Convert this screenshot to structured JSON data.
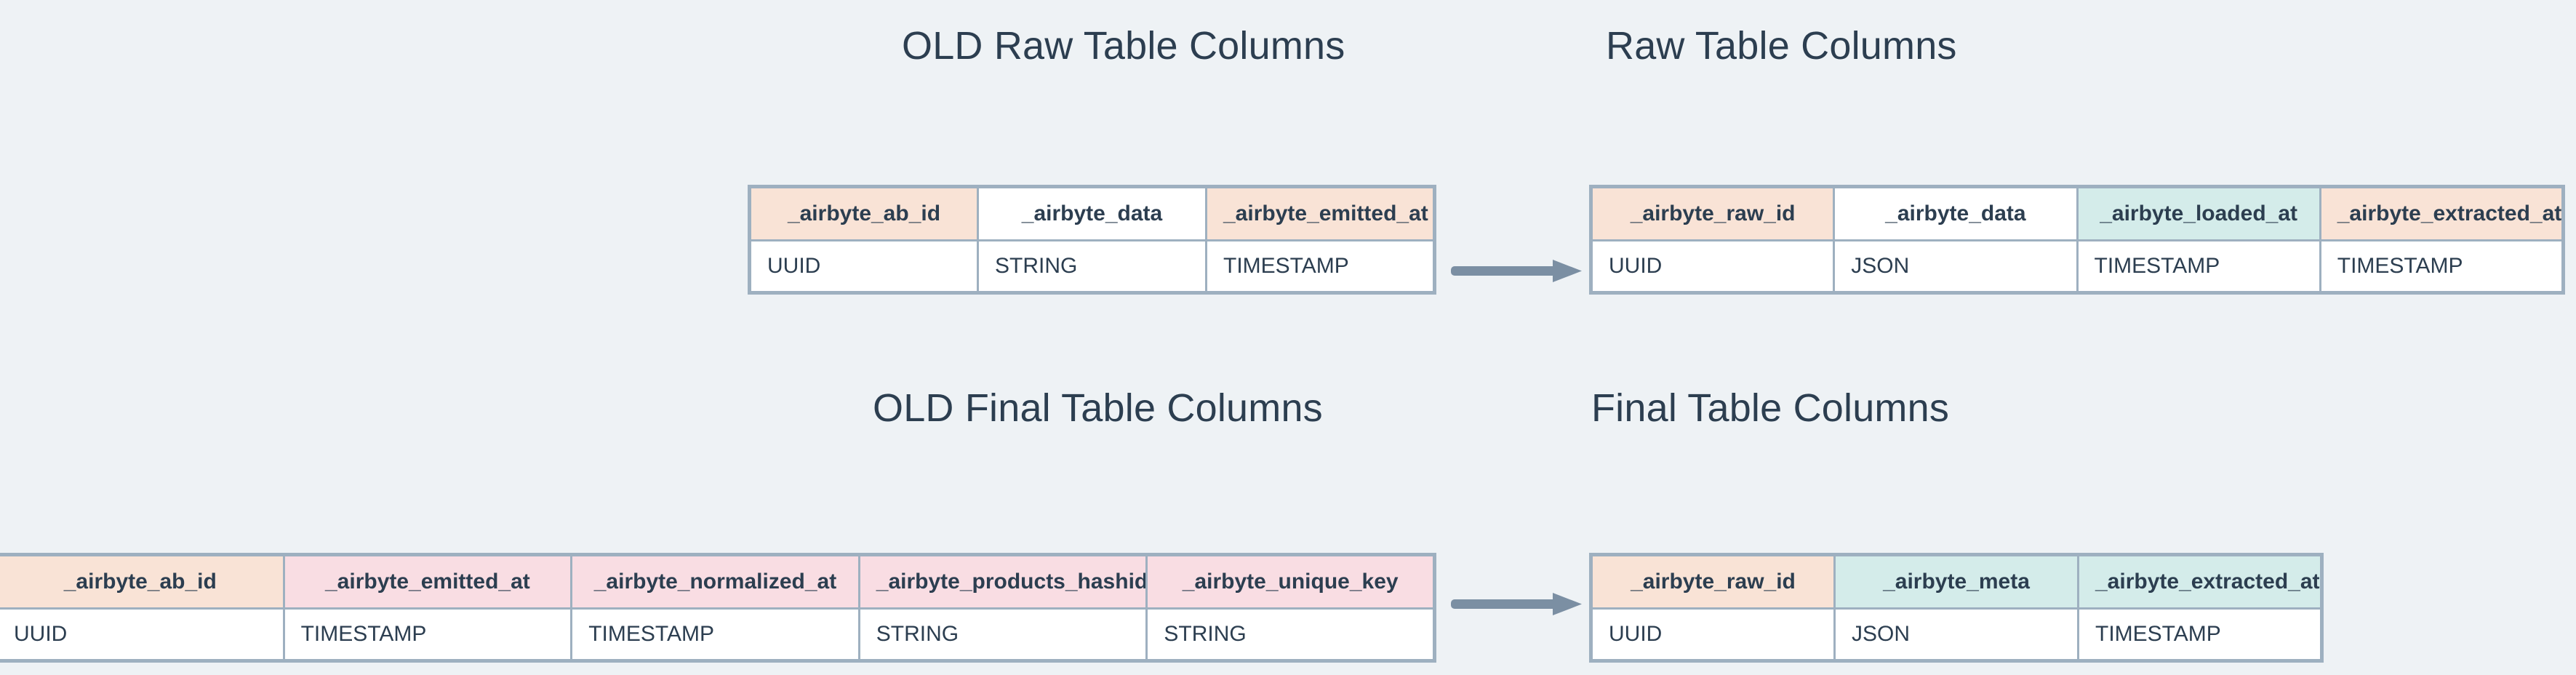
{
  "page": {
    "background_color": "#eef2f5",
    "text_color": "#2c3e50",
    "border_color": "#9eb0c0",
    "arrow_color": "#7b8fa3",
    "accents": {
      "peach": "#f9e3d6",
      "teal": "#d4ecea",
      "pink": "#f9dde3",
      "white": "#ffffff"
    }
  },
  "sections": {
    "old_raw_title": "OLD Raw Table Columns",
    "new_raw_title": "Raw Table Columns",
    "old_final_title": "OLD Final Table Columns",
    "new_final_title": "Final Table Columns"
  },
  "tables": {
    "old_raw": {
      "title": "OLD Raw Table Columns",
      "columns": [
        {
          "name": "_airbyte_ab_id",
          "type": "UUID",
          "header_fill": "peach",
          "type_fill": "white"
        },
        {
          "name": "_airbyte_data",
          "type": "STRING",
          "header_fill": "white",
          "type_fill": "peach"
        },
        {
          "name": "_airbyte_emitted_at",
          "type": "TIMESTAMP",
          "header_fill": "peach",
          "type_fill": "white"
        }
      ]
    },
    "new_raw": {
      "title": "Raw Table Columns",
      "columns": [
        {
          "name": "_airbyte_raw_id",
          "type": "UUID",
          "header_fill": "peach",
          "type_fill": "white"
        },
        {
          "name": "_airbyte_data",
          "type": "JSON",
          "header_fill": "white",
          "type_fill": "peach"
        },
        {
          "name": "_airbyte_loaded_at",
          "type": "TIMESTAMP",
          "header_fill": "teal",
          "type_fill": "white"
        },
        {
          "name": "_airbyte_extracted_at",
          "type": "TIMESTAMP",
          "header_fill": "peach",
          "type_fill": "white"
        }
      ]
    },
    "old_final": {
      "title": "OLD Final Table Columns",
      "columns": [
        {
          "name": "_airbyte_ab_id",
          "type": "UUID",
          "header_fill": "peach",
          "type_fill": "white"
        },
        {
          "name": "_airbyte_emitted_at",
          "type": "TIMESTAMP",
          "header_fill": "pink",
          "type_fill": "white"
        },
        {
          "name": "_airbyte_normalized_at",
          "type": "TIMESTAMP",
          "header_fill": "pink",
          "type_fill": "white"
        },
        {
          "name": "_airbyte_products_hashid",
          "type": "STRING",
          "header_fill": "pink",
          "type_fill": "white"
        },
        {
          "name": "_airbyte_unique_key",
          "type": "STRING",
          "header_fill": "pink",
          "type_fill": "white"
        }
      ]
    },
    "new_final": {
      "title": "Final Table Columns",
      "columns": [
        {
          "name": "_airbyte_raw_id",
          "type": "UUID",
          "header_fill": "peach",
          "type_fill": "white"
        },
        {
          "name": "_airbyte_meta",
          "type": "JSON",
          "header_fill": "teal",
          "type_fill": "white"
        },
        {
          "name": "_airbyte_extracted_at",
          "type": "TIMESTAMP",
          "header_fill": "teal",
          "type_fill": "white"
        }
      ]
    }
  },
  "arrows": [
    {
      "id": "arrow-raw",
      "icon": "arrow-right-icon",
      "from": "old_raw",
      "to": "new_raw"
    },
    {
      "id": "arrow-final",
      "icon": "arrow-right-icon",
      "from": "old_final",
      "to": "new_final"
    }
  ]
}
